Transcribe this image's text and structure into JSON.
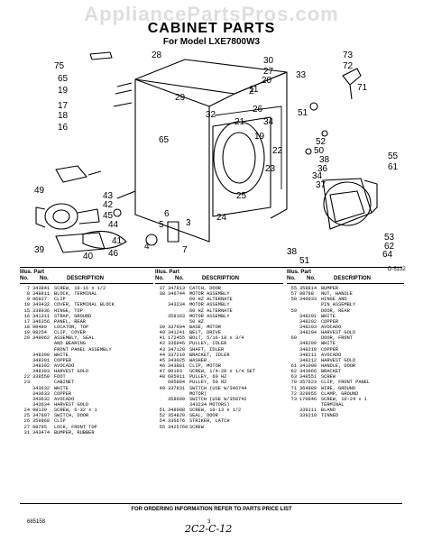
{
  "watermark": "AppliancePartsPros.com",
  "title": "CABINET PARTS",
  "subtitle": "For Model LXE7800W3",
  "diagram_code": "D-5132",
  "callouts": [
    "75",
    "65",
    "19",
    "17",
    "18",
    "16",
    "28",
    "30",
    "27",
    "29",
    "11",
    "65",
    "20",
    "26",
    "21",
    "19",
    "22",
    "23",
    "25",
    "24",
    "32",
    "33",
    "34",
    "2",
    "73",
    "72",
    "71",
    "51",
    "52",
    "50",
    "38",
    "36",
    "34",
    "49",
    "43",
    "42",
    "45",
    "44",
    "39",
    "37",
    "38",
    "51",
    "55",
    "61",
    "53",
    "62",
    "64",
    "41",
    "46",
    "40",
    "4",
    "6",
    "3",
    "5",
    "7"
  ],
  "table": {
    "headers": {
      "illus": "Illus. Part",
      "no": "No.",
      "part_no": "No.",
      "description": "DESCRIPTION"
    },
    "columns": [
      [
        [
          "7",
          "343841",
          "SCREW, 10-16 x 1/2"
        ],
        [
          "8",
          "348811",
          "BLOCK, TERMINAL"
        ],
        [
          "9",
          "96927",
          "CLIP"
        ],
        [
          "10",
          "343432",
          "COVER, TERMINAL BLOCK"
        ],
        [
          "15",
          "338036",
          "HINGE, TOP"
        ],
        [
          "16",
          "341311",
          "STRAP, GROUND"
        ],
        [
          "17",
          "346356",
          "PANEL, REAR"
        ],
        [
          "18",
          "98489",
          "LOCATOR, TOP"
        ],
        [
          "19",
          "98254",
          "CLIP, COVER"
        ],
        [
          "20",
          "349062",
          "ASSEMBLY, SEAL"
        ],
        [
          "",
          "",
          "AND BEARING"
        ],
        [
          "",
          "",
          "FRONT PANEL ASSEMBLY"
        ],
        [
          "",
          "348390",
          "WHITE"
        ],
        [
          "",
          "348391",
          "COPPER"
        ],
        [
          "",
          "348392",
          "AVOCADO"
        ],
        [
          "",
          "348393",
          "HARVEST GOLD"
        ],
        [
          "22",
          "338550",
          "FOOT"
        ],
        [
          "23",
          "",
          "CABINET"
        ],
        [
          "",
          "343632",
          "WHITE"
        ],
        [
          "",
          "343633",
          "COPPER"
        ],
        [
          "",
          "343632",
          "AVOCADO"
        ],
        [
          "",
          "343634",
          "HARVEST GOLD"
        ],
        [
          "24",
          "98139",
          "SCREW, 6-32 x 1"
        ],
        [
          "25",
          "347807",
          "SWITCH, DOOR"
        ],
        [
          "26",
          "359968",
          "CLIP"
        ],
        [
          "27",
          "98795",
          "LOCK, FRONT TOP"
        ],
        [
          "31",
          "343474",
          "BUMPER, RUBBER"
        ]
      ],
      [
        [
          "37",
          "347813",
          "CATCH, DOOR"
        ],
        [
          "38",
          "346744",
          "MOTOR ASSEMBLY"
        ],
        [
          "",
          "",
          "60 HZ ALTERNATE"
        ],
        [
          "",
          "343234",
          "MOTOR ASSEMBLY"
        ],
        [
          "",
          "",
          "60 HZ ALTERNATE"
        ],
        [
          "",
          "358163",
          "MOTOR ASSEMBLY"
        ],
        [
          "",
          "",
          "50 HZ"
        ],
        [
          "39",
          "337094",
          "BASE, MOTOR"
        ],
        [
          "40",
          "341241",
          "BELT, DRIVE"
        ],
        [
          "41",
          "172455",
          "BOLT, 5/16-18 x 3/4"
        ],
        [
          "42",
          "336946",
          "PULLEY, IDLER"
        ],
        [
          "43",
          "347120",
          "SHAFT, IDLER"
        ],
        [
          "44",
          "337210",
          "BRACKET, IDLER"
        ],
        [
          "45",
          "343025",
          "WASHER"
        ],
        [
          "46",
          "343881",
          "CLIP, MOTOR"
        ],
        [
          "47",
          "90193",
          "SCREW, 1/4-28 x 1/4 SET"
        ],
        [
          "48",
          "685911",
          "PULLEY, 60 HZ"
        ],
        [
          "",
          "685884",
          "PULLEY, 50 HZ"
        ],
        [
          "49",
          "337831",
          "SWITCH (USE W/346744"
        ],
        [
          "",
          "",
          "MOTOR)"
        ],
        [
          "",
          "358699",
          "SWITCH (USE W/358742"
        ],
        [
          "",
          "",
          "343234 MOTORS)"
        ],
        [
          "51",
          "348988",
          "SCREW, 10-13 x 1/2"
        ],
        [
          "52",
          "354820",
          "SEAL, DOOR"
        ],
        [
          "54",
          "336676",
          "STRIKER, LATCH"
        ],
        [
          "55",
          "3425760",
          "SCREW"
        ]
      ],
      [
        [
          "55",
          "358814",
          "BUMPER"
        ],
        [
          "57",
          "98788",
          "NUT, HANDLE"
        ],
        [
          "58",
          "340033",
          "HINGE AND"
        ],
        [
          "",
          "",
          "PIN ASSEMBLY"
        ],
        [
          "59",
          "",
          "DOOR, REAR"
        ],
        [
          "",
          "348201",
          "WHITE"
        ],
        [
          "",
          "348202",
          "COPPER"
        ],
        [
          "",
          "348203",
          "AVOCADO"
        ],
        [
          "",
          "348204",
          "HARVEST GOLD"
        ],
        [
          "60",
          "",
          "DOOR, FRONT"
        ],
        [
          "",
          "348209",
          "WHITE"
        ],
        [
          "",
          "348210",
          "COPPER"
        ],
        [
          "",
          "348211",
          "AVOCADO"
        ],
        [
          "",
          "348212",
          "HARVEST GOLD"
        ],
        [
          "61",
          "341090",
          "HANDLE, DOOR"
        ],
        [
          "62",
          "343966",
          "BRACKET"
        ],
        [
          "63",
          "348551",
          "SCREW"
        ],
        [
          "70",
          "357623",
          "CLIP, FRONT PANEL"
        ],
        [
          "71",
          "364989",
          "WIRE, GROUND"
        ],
        [
          "72",
          "329955",
          "CLAMP, GROUND"
        ],
        [
          "73",
          "170946",
          "SCREW, 10-24 x 1"
        ],
        [
          "",
          "",
          "TERMINAL"
        ],
        [
          "",
          "339111",
          "BLAND"
        ],
        [
          "",
          "339210",
          "TINNED"
        ]
      ]
    ]
  },
  "footer_note": "FOR ORDERING INFORMATION REFER TO PARTS PRICE LIST",
  "doc_number": "685158",
  "page_number": "3",
  "handwritten_note": "2C2-C-12"
}
